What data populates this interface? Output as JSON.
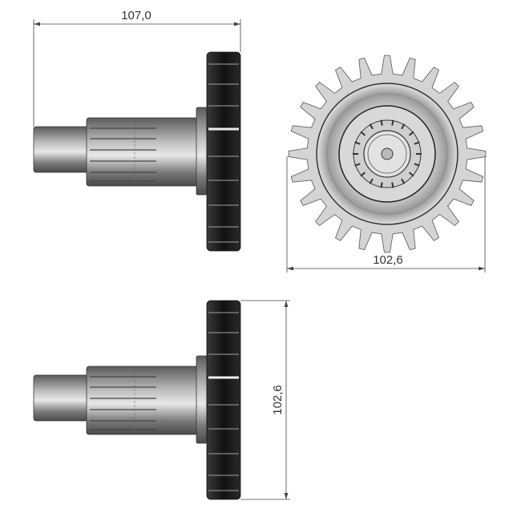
{
  "drawing": {
    "dimensions": {
      "overall_length": "107,0",
      "outer_diameter_front": "102,6",
      "outer_diameter_side": "102,6"
    },
    "gear": {
      "teeth": 24,
      "spline_teeth": 18
    },
    "colors": {
      "gear_dark": "#1a1a1a",
      "shaft": "#8a8a8a",
      "gear_face": "#d4d4d4",
      "outline": "#333333"
    }
  }
}
